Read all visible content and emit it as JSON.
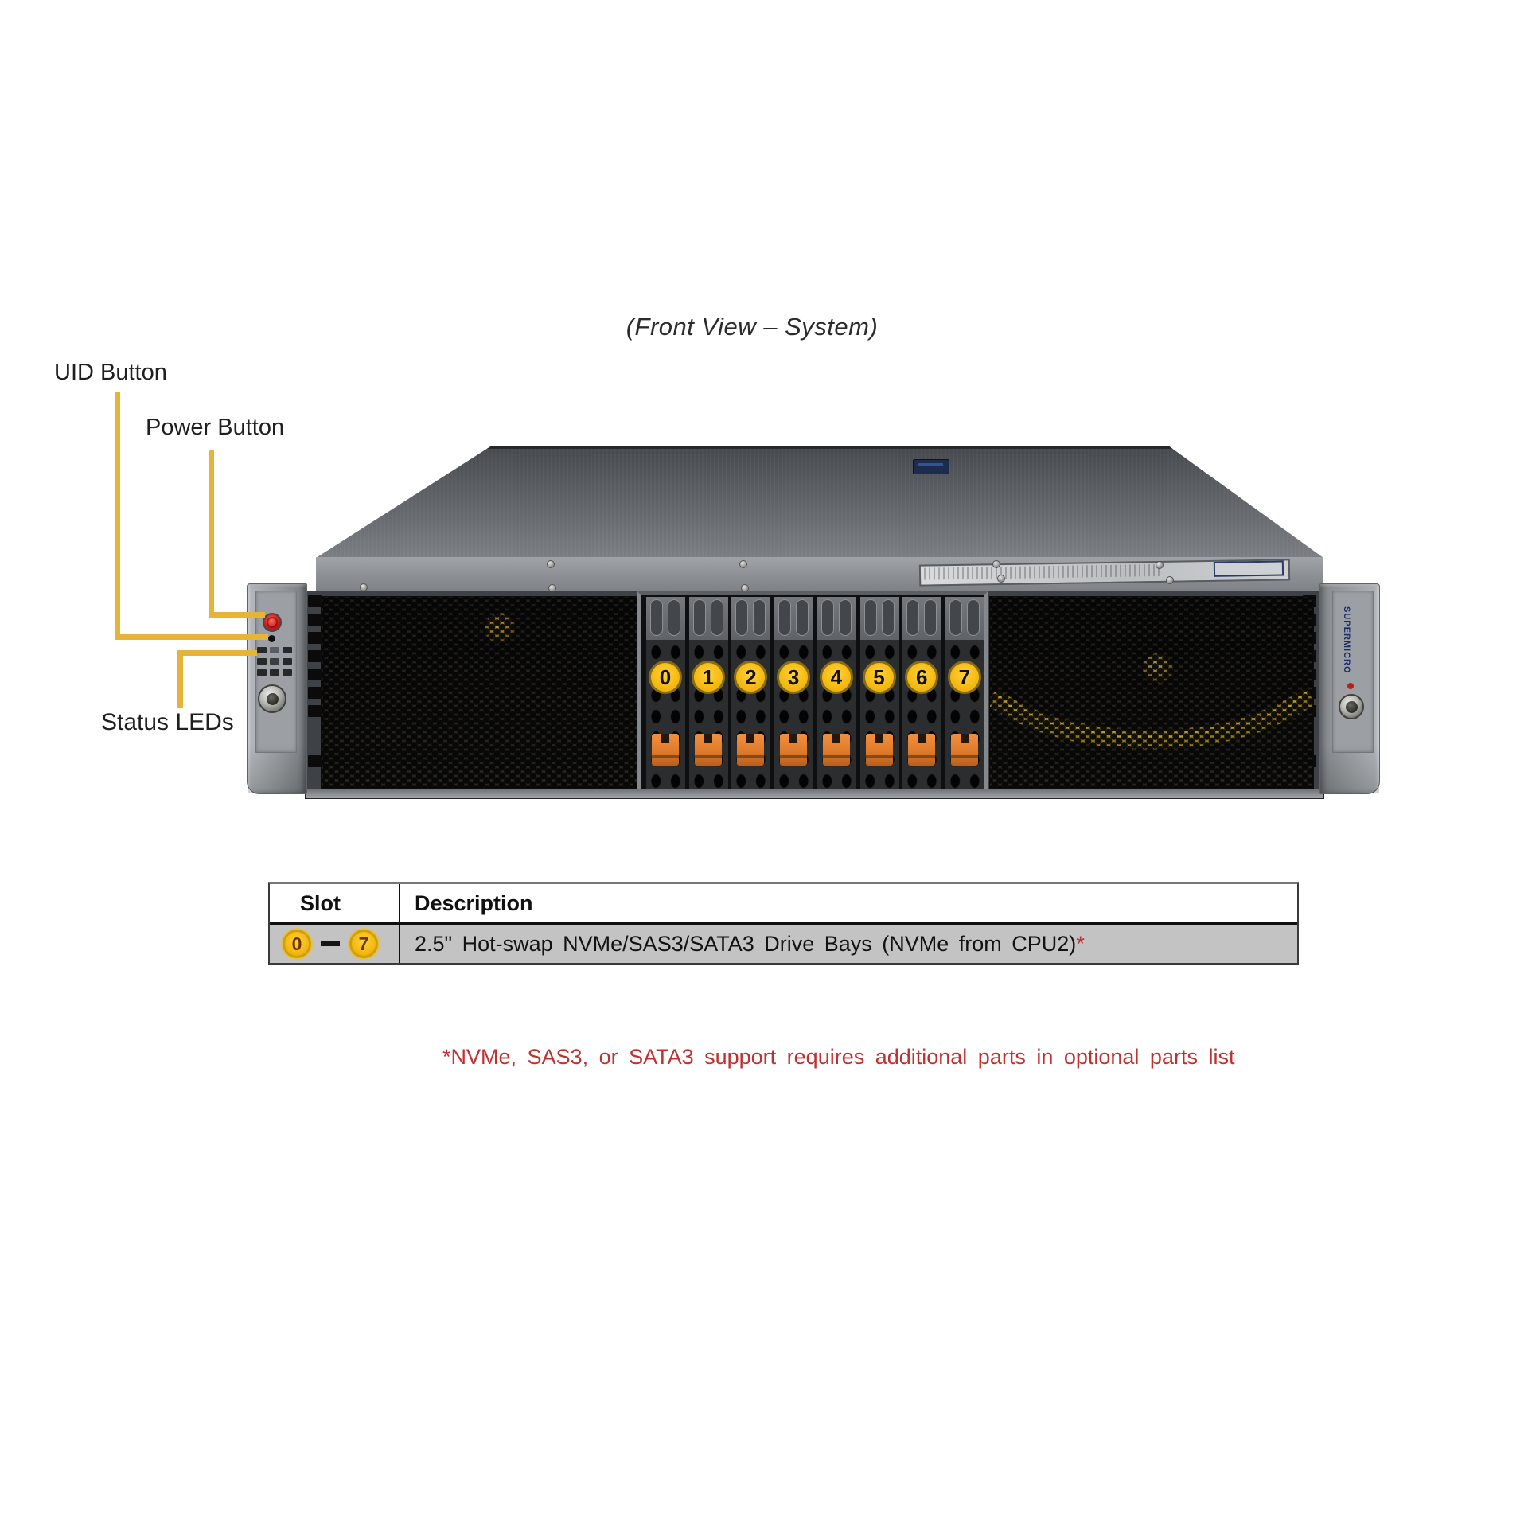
{
  "title": "(Front View – System)",
  "callouts": {
    "uid": "UID Button",
    "power": "Power Button",
    "status": "Status LEDs"
  },
  "server": {
    "brand_vertical": "SUPERMICRO",
    "drive_bay_numbers": [
      "0",
      "1",
      "2",
      "3",
      "4",
      "5",
      "6",
      "7"
    ]
  },
  "table": {
    "headers": {
      "slot": "Slot",
      "description": "Description"
    },
    "row": {
      "slot_start": "0",
      "slot_end": "7",
      "description": "2.5\" Hot-swap NVMe/SAS3/SATA3 Drive Bays (NVMe from CPU2)",
      "footnote_marker": "*"
    }
  },
  "footnote": "*NVMe, SAS3, or SATA3 support requires additional parts in optional parts list",
  "colors": {
    "callout_line": "#E7B43A",
    "bay_number_circle": "#F4BA12",
    "latch_orange": "#E07B2A",
    "table_row_bg": "#C3C3C3",
    "footnote_red": "#C13030",
    "power_button_red": "#D01D1D",
    "brand_navy": "#1B2A6B"
  }
}
